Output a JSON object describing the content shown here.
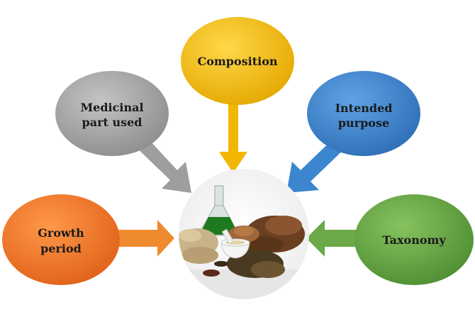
{
  "nodes": {
    "composition": {
      "label": "Composition",
      "color": "#F4C11A"
    },
    "medicinal": {
      "line1": "Medicinal",
      "line2": "part used",
      "color": "#A9A9A9"
    },
    "intended": {
      "line1": "Intended",
      "line2": "purpose",
      "color": "#3F88CF"
    },
    "growth": {
      "line1": "Growth",
      "line2": "period",
      "color": "#EF7A2C"
    },
    "taxonomy": {
      "label": "Taxonomy",
      "color": "#6BA84A"
    }
  },
  "center": {
    "image": "herbal-medicine-photo"
  }
}
